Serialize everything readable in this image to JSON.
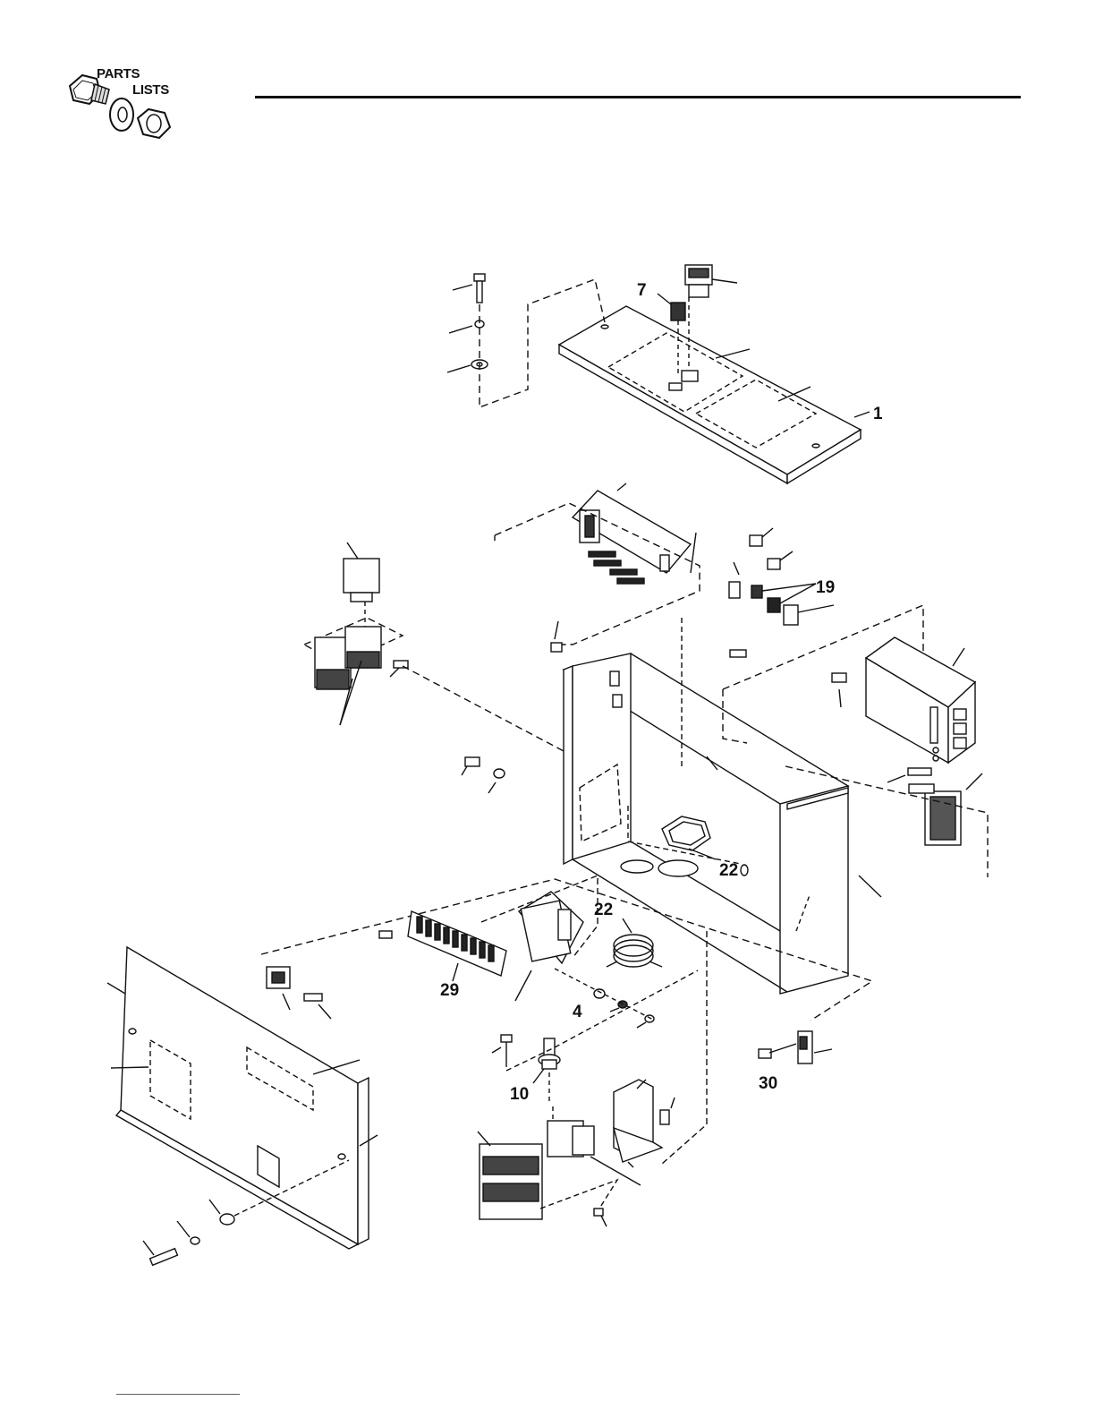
{
  "logo": {
    "line1": "PARTS",
    "line2": "LISTS",
    "icon": "nut-bolt-washer-icon"
  },
  "callouts": {
    "c1": "1",
    "c4": "4",
    "c7": "7",
    "c10": "10",
    "c19": "19",
    "c22a": "22",
    "c22b": "22",
    "c29": "29",
    "c30": "30"
  },
  "colors": {
    "ink": "#111111",
    "rule": "#111111",
    "link_rule": "#3b5bd6"
  }
}
